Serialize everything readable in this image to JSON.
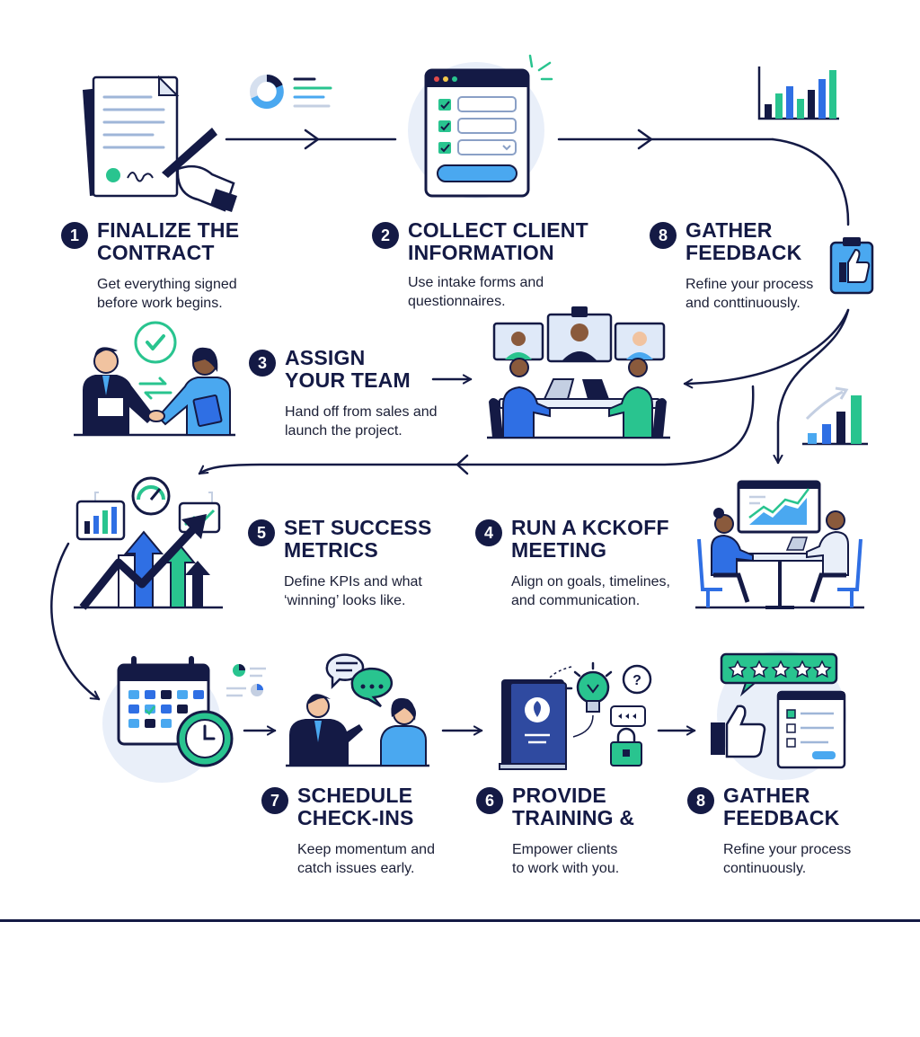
{
  "colors": {
    "navy": "#141a45",
    "blue": "#2f6fe4",
    "teal": "#29c48f",
    "sky": "#4aa8f0",
    "pale": "#e9eff9"
  },
  "steps": {
    "s1": {
      "number": "1",
      "title_line1": "FINALIZE THE",
      "title_line2": "CONTRACT",
      "desc_line1": "Get everything signed",
      "desc_line2": "before work begins.",
      "icon": "contract-signing-icon"
    },
    "s2": {
      "number": "2",
      "title_line1": "COLLECT CLIENT",
      "title_line2": "INFORMATION",
      "desc_line1": "Use intake forms and",
      "desc_line2": "questionnaires.",
      "icon": "intake-form-icon"
    },
    "s8a": {
      "number": "8",
      "title_line1": "GATHER",
      "title_line2": "FEEDBACK",
      "desc_line1": "Refine your process",
      "desc_line2": "and conttinuously.",
      "icon": "thumbs-up-clipboard-icon"
    },
    "s3": {
      "number": "3",
      "title_line1": "ASSIGN",
      "title_line2": "YOUR TEAM",
      "desc_line1": "Hand off from sales and",
      "desc_line2": "launch the project.",
      "icon": "handshake-icon"
    },
    "s5": {
      "number": "5",
      "title_line1": "SET SUCCESS",
      "title_line2": "METRICS",
      "desc_line1": "Define KPIs and what",
      "desc_line2": "‘winning’ looks like.",
      "icon": "growth-metrics-icon"
    },
    "s4": {
      "number": "4",
      "title_line1": "RUN A KCKOFF",
      "title_line2": "MEETING",
      "desc_line1": "Align on goals, timelines,",
      "desc_line2": "and communication.",
      "icon": "kickoff-meeting-icon"
    },
    "s7": {
      "number": "7",
      "title_line1": "SCHEDULE",
      "title_line2": "CHECK-INS",
      "desc_line1": "Keep momentum and",
      "desc_line2": "catch issues early.",
      "icon": "calendar-clock-icon"
    },
    "s6": {
      "number": "6",
      "title_line1": "PROVIDE",
      "title_line2": "TRAINING &",
      "desc_line1": "Empower clients",
      "desc_line2": "to work with you.",
      "icon": "training-book-icon"
    },
    "s8b": {
      "number": "8",
      "title_line1": "GATHER",
      "title_line2": "FEEDBACK",
      "desc_line1": "Refine your process",
      "desc_line2": "continuously.",
      "icon": "five-star-review-icon"
    }
  }
}
